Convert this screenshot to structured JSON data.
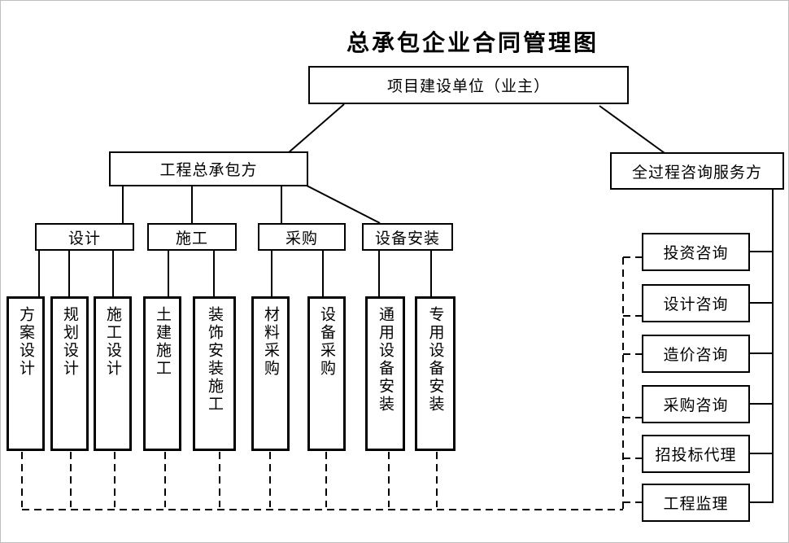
{
  "title": "总承包企业合同管理图",
  "colors": {
    "line": "#000000",
    "box_border": "#000000",
    "background": "#ffffff",
    "text": "#000000"
  },
  "nodes": {
    "owner": "项目建设单位（业主）",
    "contractor": "工程总承包方",
    "consultant": "全过程咨询服务方",
    "contractor_children": [
      "设计",
      "施工",
      "采购",
      "设备安装"
    ],
    "design_subs": [
      "方案设计",
      "规划设计",
      "施工设计"
    ],
    "construction_subs": [
      "土建施工",
      "装饰安装施工"
    ],
    "procurement_subs": [
      "材料采购",
      "设备采购"
    ],
    "equipment_subs": [
      "通用设备安装",
      "专用设备安装"
    ],
    "consultant_children": [
      "投资咨询",
      "设计咨询",
      "造价咨询",
      "采购咨询",
      "招投标代理",
      "工程监理"
    ]
  }
}
